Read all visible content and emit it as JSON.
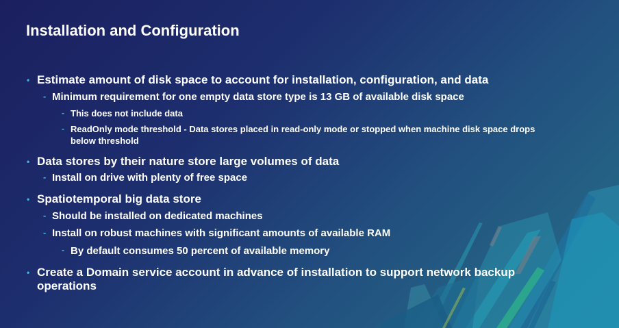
{
  "title": "Installation and Configuration",
  "bullets": [
    "Estimate amount of disk space to account for installation, configuration, and data",
    "Minimum requirement for one empty data store type is 13 GB of available disk space",
    "This does not include data",
    "ReadOnly mode threshold - Data stores placed in read-only mode or stopped when machine disk space drops",
    "below threshold",
    "Data stores by their nature store large volumes of data",
    "Install on drive with plenty of free space",
    "Spatiotemporal big data store",
    "Should be installed on dedicated machines",
    "Install on robust machines with significant amounts of available RAM",
    "By default consumes 50 percent of available memory",
    "Create a Domain service account in advance of installation to support network backup",
    "operations"
  ],
  "markers": {
    "l1": "•",
    "sub": "-"
  },
  "colors": {
    "accent": "#3fb6e6",
    "background": "#1b1f5f"
  }
}
